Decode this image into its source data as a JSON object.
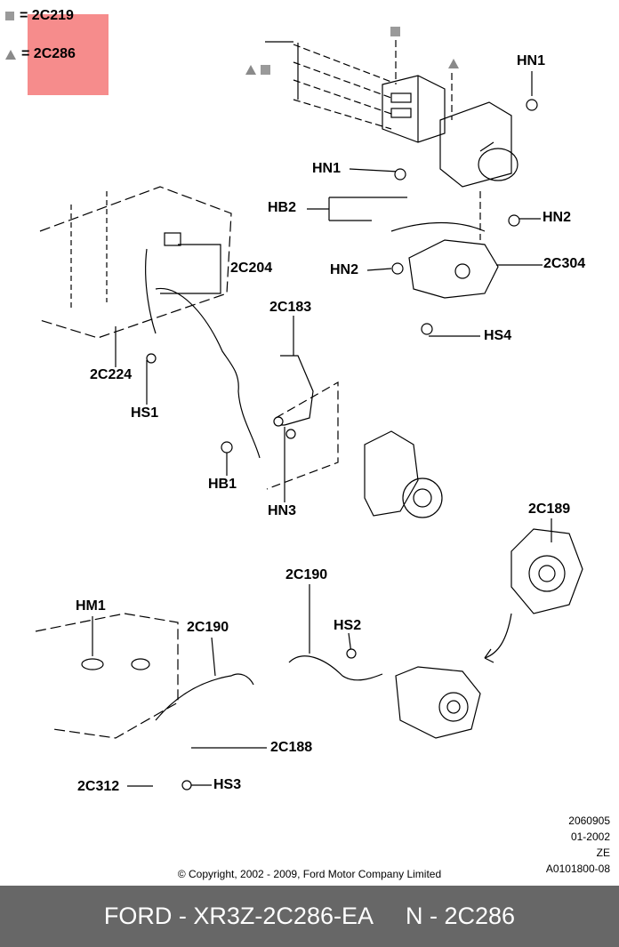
{
  "legend": [
    {
      "symbol": "square",
      "text": "= 2C219"
    },
    {
      "symbol": "triangle",
      "text": "= 2C286"
    }
  ],
  "callouts": {
    "hn1_top": "HN1",
    "hn1_mid": "HN1",
    "hb2": "HB2",
    "hn2_right": "HN2",
    "hn2_left": "HN2",
    "c2c204": "2C204",
    "c2c304": "2C304",
    "c2c183": "2C183",
    "hs4": "HS4",
    "c2c224": "2C224",
    "hs1": "HS1",
    "hb1": "HB1",
    "hn3": "HN3",
    "c2c189": "2C189",
    "c2c190_top": "2C190",
    "hm1": "HM1",
    "c2c190_mid": "2C190",
    "hs2": "HS2",
    "c2c188": "2C188",
    "c2c312": "2C312",
    "hs3": "HS3"
  },
  "meta_lines": [
    "2060905",
    "01-2002",
    "ZE",
    "A0101800-08"
  ],
  "copyright": "© Copyright, 2002 - 2009, Ford Motor Company Limited",
  "footer": {
    "part": "FORD - XR3Z-2C286-EA",
    "ref": "N - 2C286"
  },
  "colors": {
    "highlight": "#f47878",
    "footer_bg": "#676767",
    "symbol_gray": "#9a9a9a"
  }
}
